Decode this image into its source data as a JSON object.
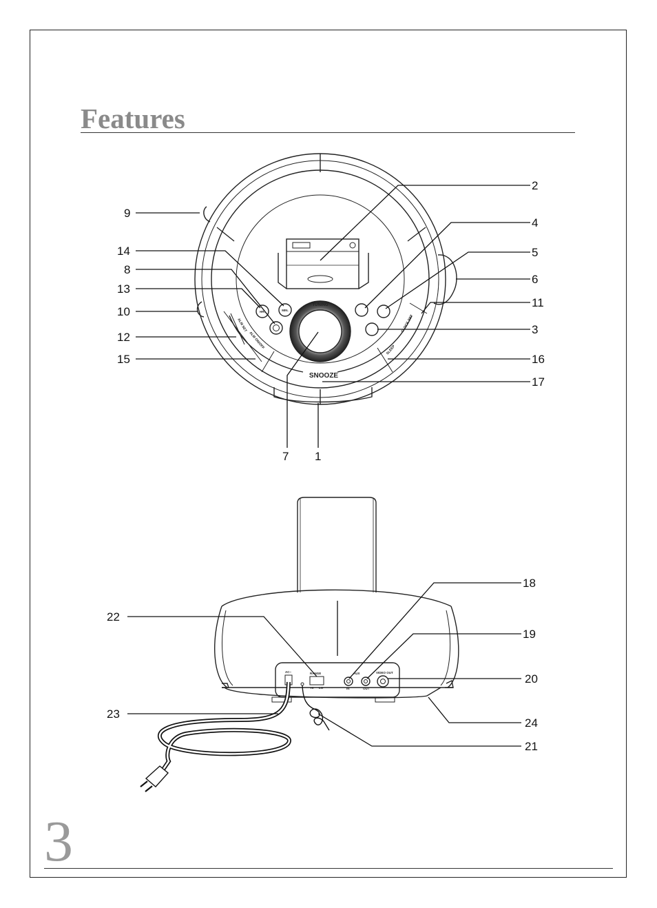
{
  "page": {
    "title": "Features",
    "number": "3"
  },
  "front_view": {
    "panel_labels": {
      "tuning": "TUNING",
      "snooze": "SNOOZE",
      "alm_set": "ALM SET",
      "alm_on_off": "ALM ON/OFF",
      "clock_set": "CLOCK SET",
      "sleep": "SLEEP",
      "hr_button": "HR.",
      "min_button": "MIN."
    },
    "callouts": [
      "2",
      "4",
      "5",
      "6",
      "11",
      "3",
      "16",
      "17",
      "9",
      "14",
      "8",
      "13",
      "10",
      "12",
      "15",
      "7",
      "1"
    ]
  },
  "rear_view": {
    "panel_labels": {
      "ac": "AC~",
      "range": "RANGE",
      "hi": "HI",
      "lo": "LO",
      "aux": "AUX",
      "in": "IN",
      "out": "OUT",
      "video_out": "VIDEO OUT"
    },
    "callouts": [
      "18",
      "19",
      "20",
      "24",
      "21",
      "22",
      "23"
    ]
  }
}
